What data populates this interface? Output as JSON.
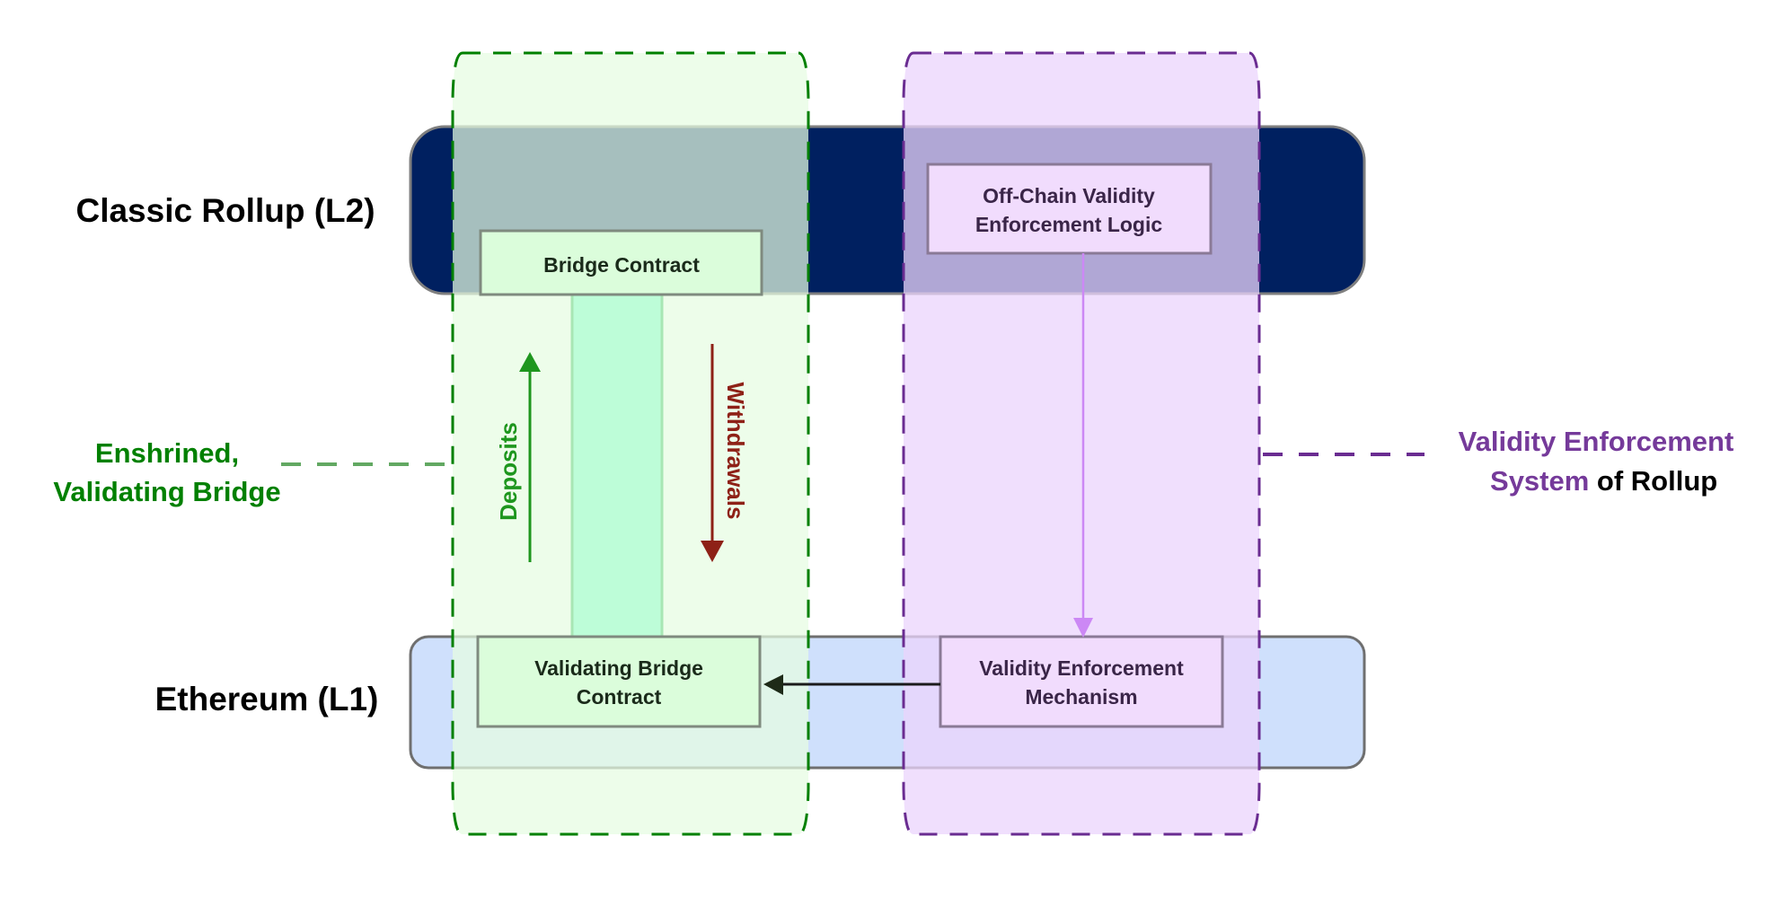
{
  "layers": {
    "l2": {
      "label": "Classic Rollup (L2)"
    },
    "l1": {
      "label": "Ethereum (L1)"
    }
  },
  "boxes": {
    "bridge_contract": "Bridge Contract",
    "offchain_logic": [
      "Off-Chain Validity",
      "Enforcement Logic"
    ],
    "validating_bridge": [
      "Validating Bridge",
      "Contract"
    ],
    "enforcement_mechanism": [
      "Validity Enforcement",
      "Mechanism"
    ]
  },
  "flows": {
    "deposits": "Deposits",
    "withdrawals": "Withdrawals"
  },
  "callouts": {
    "bridge": [
      "Enshrined,",
      "Validating Bridge"
    ],
    "validity": {
      "line1": "Validity Enforcement",
      "line2_highlight": "System",
      "line2_rest": " of Rollup"
    }
  },
  "colors": {
    "l2_fill": "#002060",
    "l1_fill": "#CFE0FC",
    "box_border": "#7F7F7F",
    "bridge_region_fill": "#E6FCE2",
    "bridge_region_stroke": "#008000",
    "validity_region_fill": "#EBD4FC",
    "validity_region_stroke": "#6A2C91",
    "green_box_fill": "#DBFDDB",
    "purple_box_fill": "#F1DCFD",
    "channel_fill": "#BDFDD8",
    "deposits": "#1E961E",
    "withdrawals": "#8E2117",
    "callout_green": "#008000",
    "callout_purple": "#753A9A",
    "offchain_arrow": "#CC88F5"
  }
}
